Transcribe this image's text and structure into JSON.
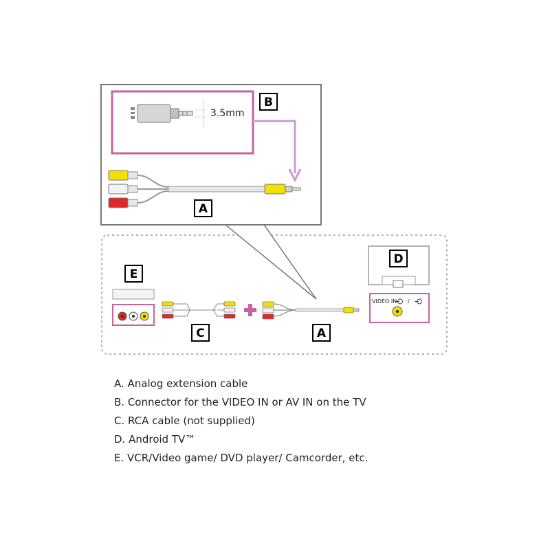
{
  "labels": {
    "a": "A",
    "b": "B",
    "c": "C",
    "d": "D",
    "e": "E"
  },
  "connector_dimension": "3.5mm",
  "tv_port_label": "VIDEO IN",
  "tv_port_separator": "/",
  "colors": {
    "accent_pink": "#c8619f",
    "arrow_lilac": "#c99ad0",
    "plug_yellow": "#f2e000",
    "plug_white": "#f2f2f2",
    "plug_red": "#e0282c",
    "dashed_border": "#b0b0b0"
  },
  "icons": [
    "plus-icon",
    "arrow-down-icon",
    "video-in-icon",
    "av-in-icon"
  ],
  "legend": [
    "A. Analog extension cable",
    "B. Connector for the VIDEO IN or AV IN on the TV",
    "C. RCA cable (not supplied)",
    "D. Android TV™",
    "E. VCR/Video game/ DVD player/ Camcorder, etc."
  ]
}
